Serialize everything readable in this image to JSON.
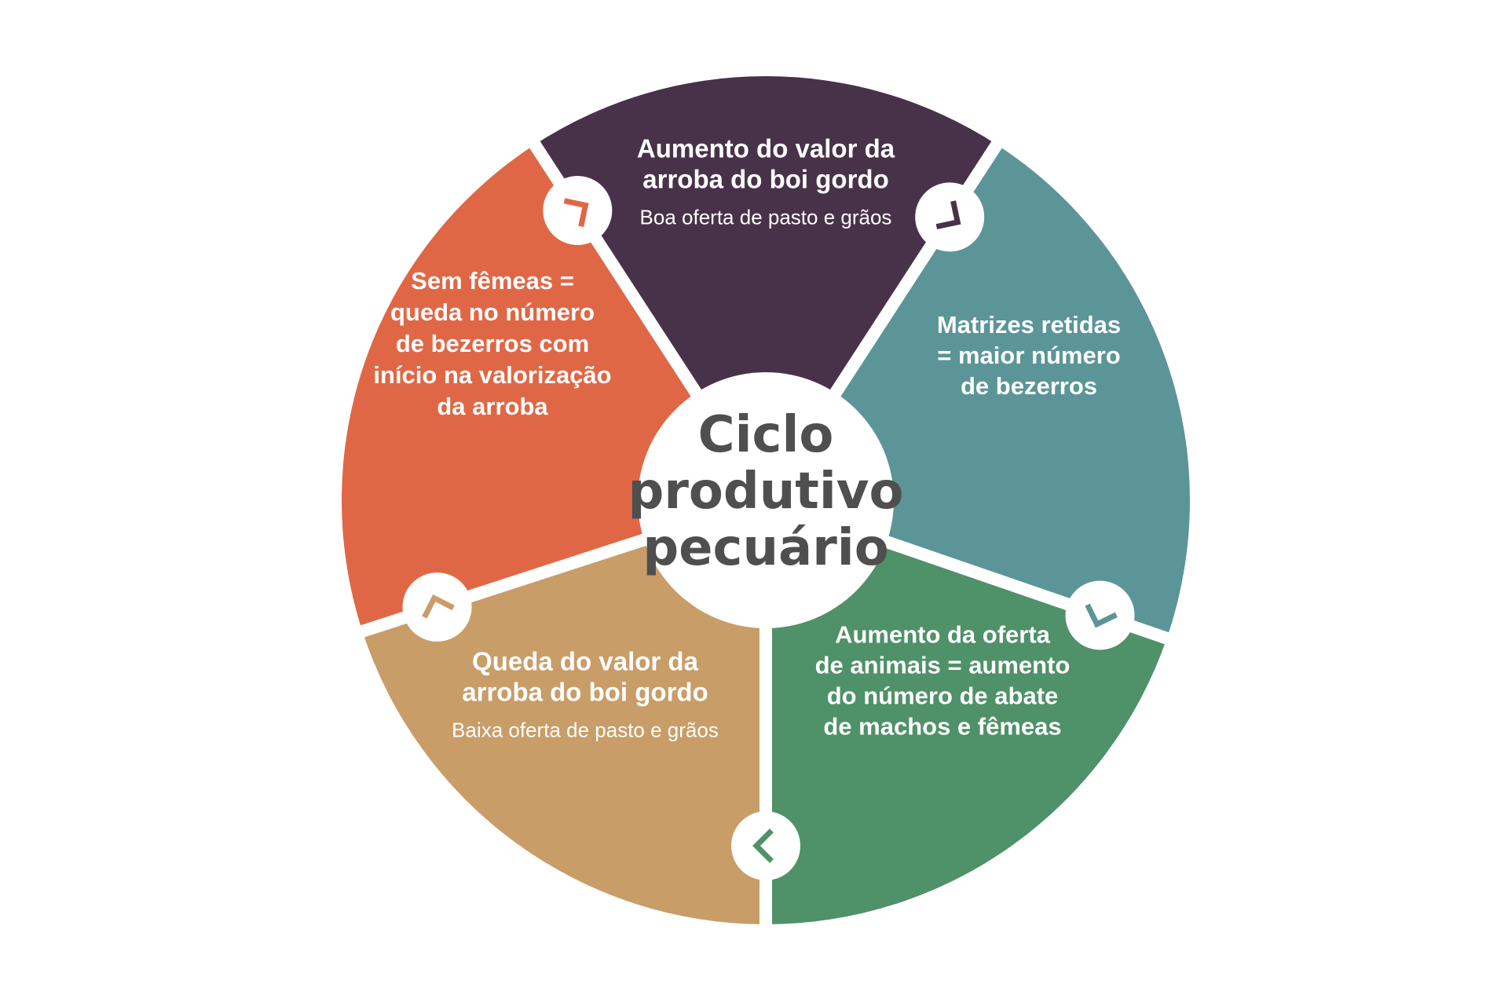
{
  "center": {
    "lines": [
      "Ciclo",
      "produtivo",
      "pecuário"
    ]
  },
  "segments": [
    {
      "id": "top",
      "color": "#483249",
      "title": [
        "Aumento do valor da",
        "arroba do boi gordo"
      ],
      "subtitle": "Boa oferta de pasto e grãos"
    },
    {
      "id": "right",
      "color": "#5b9597",
      "title": [
        "Matrizes retidas",
        "= maior número",
        "de bezerros"
      ],
      "subtitle": ""
    },
    {
      "id": "bottom-right",
      "color": "#4f9168",
      "title": [
        "Aumento da oferta",
        "de animais = aumento",
        "do número de abate",
        "de machos e fêmeas"
      ],
      "subtitle": ""
    },
    {
      "id": "bottom-left",
      "color": "#c99d68",
      "title": [
        "Queda do valor da",
        "arroba do boi gordo"
      ],
      "subtitle": "Baixa oferta de pasto e grãos"
    },
    {
      "id": "left",
      "color": "#e06745",
      "title": [
        "Sem fêmeas =",
        "queda no número",
        "de bezerros com",
        "início na valorização",
        "da arroba"
      ],
      "subtitle": ""
    }
  ],
  "arrows": [
    {
      "name": "arrow-top-right",
      "color": "#483249",
      "icon": "chevron-icon"
    },
    {
      "name": "arrow-right-bottom",
      "color": "#5b9597",
      "icon": "chevron-icon"
    },
    {
      "name": "arrow-bottom",
      "color": "#4f9168",
      "icon": "chevron-icon"
    },
    {
      "name": "arrow-left-bottom",
      "color": "#c99d68",
      "icon": "chevron-icon"
    },
    {
      "name": "arrow-top-left",
      "color": "#e06745",
      "icon": "chevron-icon"
    }
  ]
}
